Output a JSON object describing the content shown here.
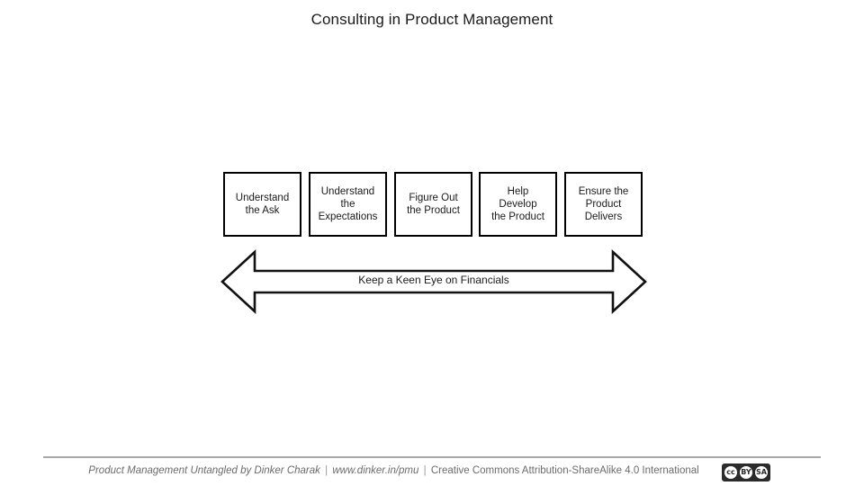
{
  "slide": {
    "title": "Consulting in Product Management",
    "background_color": "#ffffff"
  },
  "diagram": {
    "type": "process-flow-with-spanning-arrow",
    "stages": [
      {
        "label": "Understand\nthe Ask"
      },
      {
        "label": "Understand\nthe\nExpectations"
      },
      {
        "label": "Figure Out\nthe Product"
      },
      {
        "label": "Help\nDevelop\nthe Product"
      },
      {
        "label": "Ensure the\nProduct\nDelivers"
      }
    ],
    "arrow": {
      "label": "Keep a Keen Eye on Financials",
      "direction": "double",
      "stroke_color": "#000000",
      "fill_color": "#ffffff"
    }
  },
  "footer": {
    "book_title": "Product Management Untangled by Dinker Charak",
    "separator": "|",
    "website": "www.dinker.in/pmu",
    "license": "Creative Commons Attribution-ShareAlike 4.0 International",
    "text_color": "#6b6b6b",
    "rule_color": "#a8a8a8",
    "badge": {
      "name": "creative-commons-by-sa-badge",
      "marks": [
        "cc",
        "BY",
        "SA"
      ],
      "background_color": "#2b2b2b"
    }
  }
}
